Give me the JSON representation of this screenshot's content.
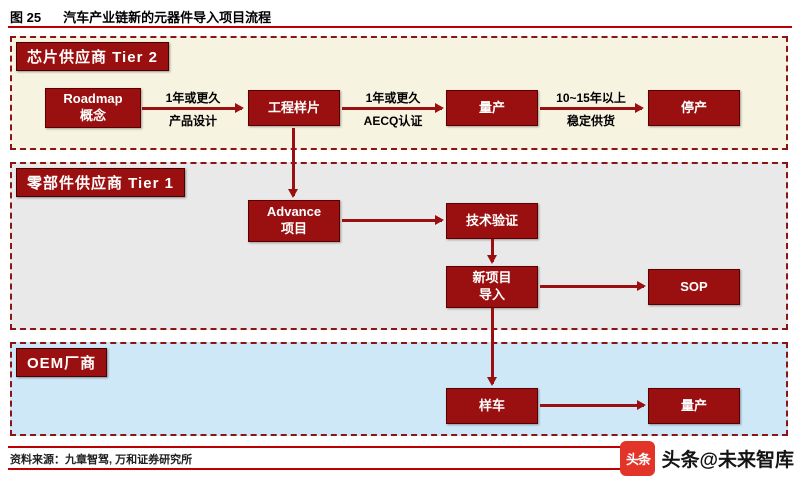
{
  "header": {
    "figure_label": "图 25",
    "title": "汽车产业链新的元器件导入项目流程"
  },
  "tier2": {
    "label": "芯片供应商 Tier 2",
    "nodes": {
      "roadmap": "Roadmap\n概念",
      "engineering_sample": "工程样片",
      "mass_production": "量产",
      "end_of_production": "停产"
    },
    "connectors": {
      "c1_top": "1年或更久",
      "c1_bottom": "产品设计",
      "c2_top": "1年或更久",
      "c2_bottom": "AECQ认证",
      "c3_top": "10~15年以上",
      "c3_bottom": "稳定供货"
    }
  },
  "tier1": {
    "label": "零部件供应商 Tier 1",
    "nodes": {
      "advance_project": "Advance\n项目",
      "tech_verification": "技术验证",
      "new_project_intro": "新项目\n导入",
      "sop": "SOP"
    }
  },
  "oem": {
    "label": "OEM厂商",
    "nodes": {
      "sample_car": "样车",
      "mass_production": "量产"
    }
  },
  "footer": {
    "source": "资料来源：九章智驾, 万和证券研究所"
  },
  "watermark": {
    "logo_text": "头条",
    "text": "头条@未来智库"
  },
  "colors": {
    "box_red": "#9a0f0f",
    "rule_red": "#c00000",
    "tier2_bg": "#f7f3e1",
    "tier1_bg": "#e9e9e9",
    "oem_bg": "#cfe8f8",
    "logo_red": "#e3342a"
  }
}
